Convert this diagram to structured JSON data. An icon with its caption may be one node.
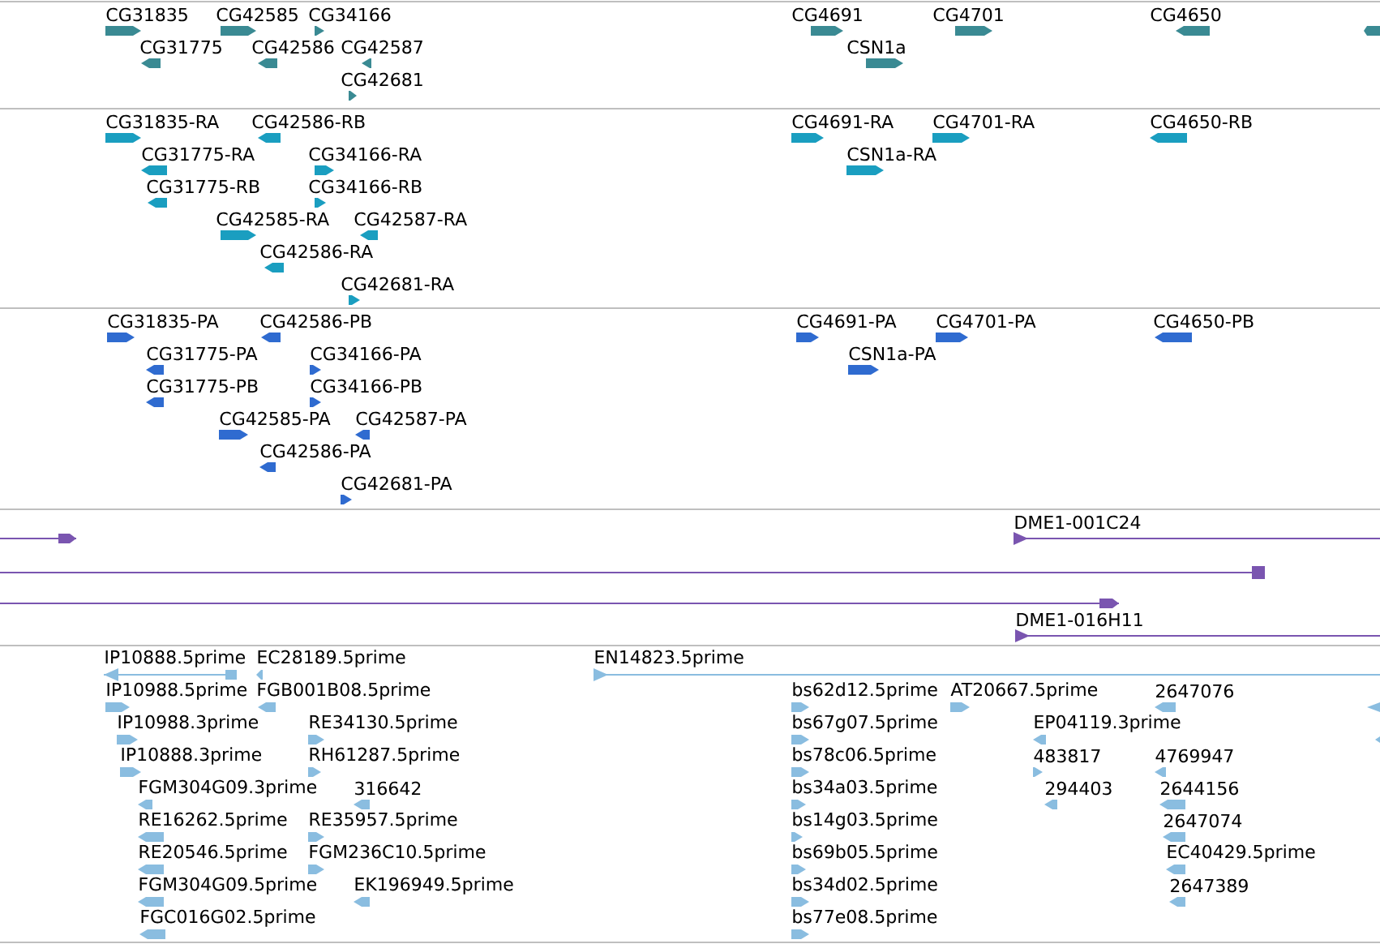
{
  "diagram": {
    "labels": [
      "CG31835",
      "CG42585",
      "CG34166",
      "CG31775",
      "CG42586",
      "CG42587",
      "CG42681",
      "CG4691",
      "CG4701",
      "CG4650",
      "CSN1a",
      "CG31835-RA",
      "CG42586-RB",
      "CG31775-RA",
      "CG34166-RA",
      "CG31775-RB",
      "CG34166-RB",
      "CG42585-RA",
      "CG42587-RA",
      "CG42586-RA",
      "CG42681-RA",
      "CG4691-RA",
      "CG4701-RA",
      "CG4650-RB",
      "CSN1a-RA",
      "CG31835-PA",
      "CG42586-PB",
      "CG31775-PA",
      "CG34166-PA",
      "CG31775-PB",
      "CG34166-PB",
      "CG42585-PA",
      "CG42587-PA",
      "CG42586-PA",
      "CG42681-PA",
      "CG4691-PA",
      "CG4701-PA",
      "CG4650-PB",
      "CSN1a-PA",
      "DME1-001C24",
      "DME1-016H11",
      "IP10888.5prime",
      "EC28189.5prime",
      "IP10988.5prime",
      "FGB001B08.5prime",
      "IP10988.3prime",
      "RE34130.5prime",
      "IP10888.3prime",
      "RH61287.5prime",
      "FGM304G09.3prime",
      "316642",
      "RE16262.5prime",
      "RE35957.5prime",
      "RE20546.5prime",
      "FGM236C10.5prime",
      "FGM304G09.5prime",
      "EK196949.5prime",
      "FGC016G02.5prime",
      "EN14823.5prime",
      "bs62d12.5prime",
      "AT20667.5prime",
      "2647076",
      "bs67g07.5prime",
      "EP04119.3prime",
      "bs78c06.5prime",
      "483817",
      "4769947",
      "bs34a03.5prime",
      "294403",
      "2644156",
      "bs14g03.5prime",
      "2647074",
      "bs69b05.5prime",
      "EC40429.5prime",
      "bs34d02.5prime",
      "2647389",
      "bs77e08.5prime"
    ]
  }
}
